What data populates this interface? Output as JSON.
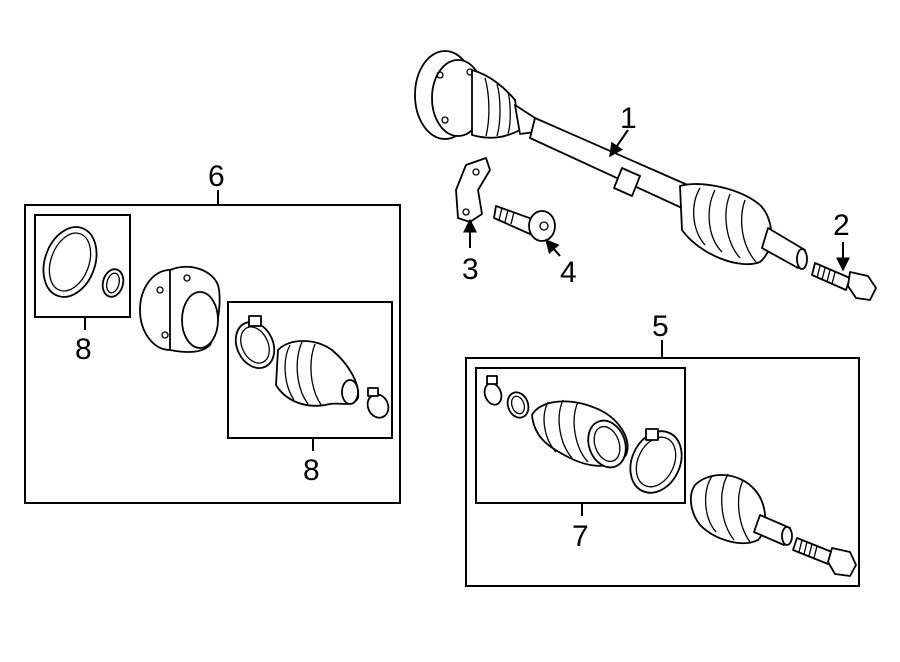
{
  "callouts": {
    "c1": "1",
    "c2": "2",
    "c3": "3",
    "c4": "4",
    "c5": "5",
    "c6": "6",
    "c7": "7",
    "c8a": "8",
    "c8b": "8"
  },
  "colors": {
    "line": "#000000",
    "background": "#ffffff"
  }
}
